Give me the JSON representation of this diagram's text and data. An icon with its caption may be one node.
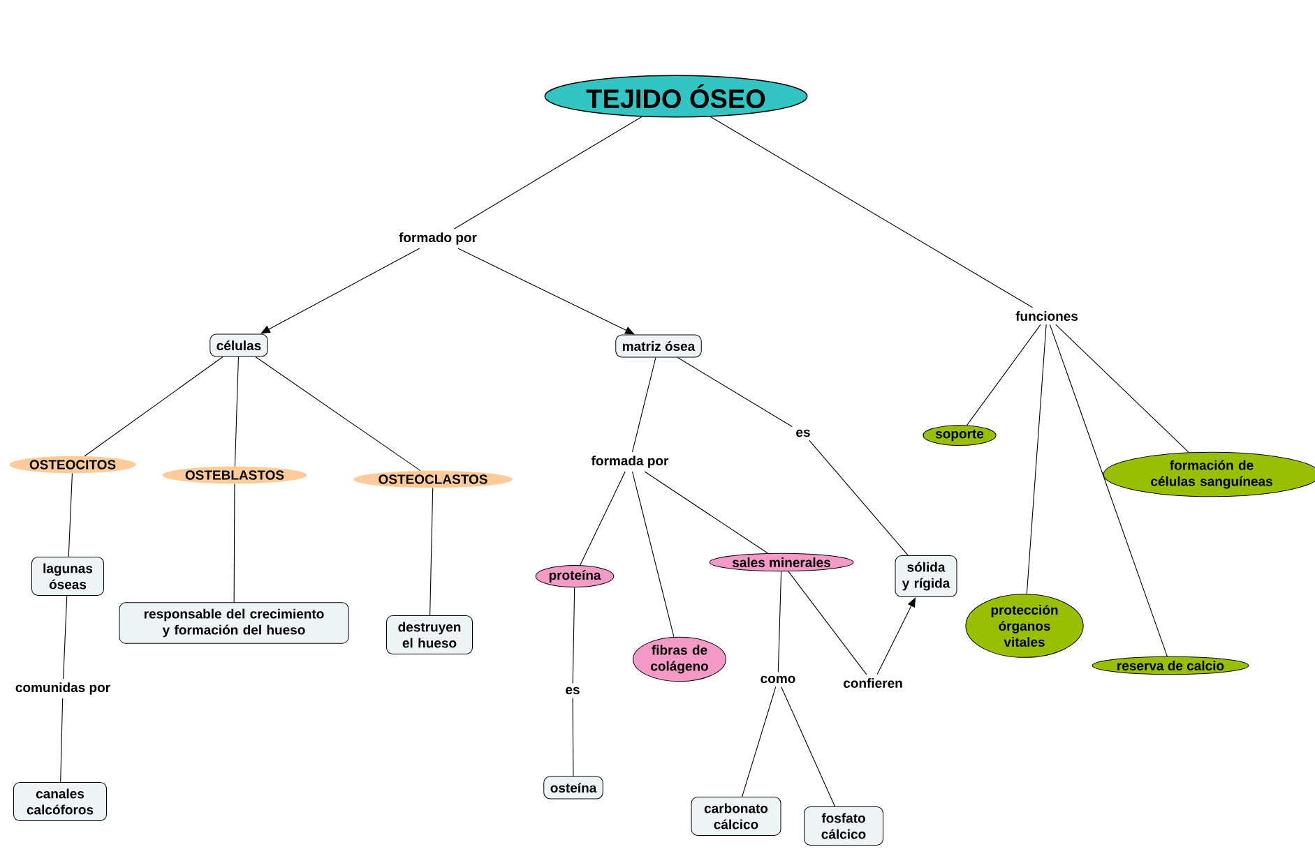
{
  "diagram": {
    "nodes": [
      {
        "text": [
          "TEJIDO ÓSEO"
        ]
      },
      {
        "text": [
          "formado por"
        ]
      },
      {
        "text": [
          "células"
        ]
      },
      {
        "text": [
          "matriz ósea"
        ]
      },
      {
        "text": [
          "funciones"
        ]
      },
      {
        "text": [
          "OSTEOCITOS"
        ]
      },
      {
        "text": [
          "OSTEBLASTOS"
        ]
      },
      {
        "text": [
          "OSTEOCLASTOS"
        ]
      },
      {
        "text": [
          "lagunas óseas"
        ]
      },
      {
        "text": [
          "responsable del crecimiento y formación del hueso"
        ]
      },
      {
        "text": [
          "destruyen el hueso"
        ]
      },
      {
        "text": [
          "comunidas por"
        ]
      },
      {
        "text": [
          "canales calcóforos"
        ]
      },
      {
        "text": [
          "formada por"
        ]
      },
      {
        "text": [
          "es"
        ]
      },
      {
        "text": [
          "proteína"
        ]
      },
      {
        "text": [
          "fibras de colágeno"
        ]
      },
      {
        "text": [
          "sales minerales"
        ]
      },
      {
        "text": [
          "sólida y rígida"
        ]
      },
      {
        "text": [
          "es"
        ]
      },
      {
        "text": [
          "osteína"
        ]
      },
      {
        "text": [
          "como"
        ]
      },
      {
        "text": [
          "confieren"
        ]
      },
      {
        "text": [
          "carbonato cálcico"
        ]
      },
      {
        "text": [
          "fosfato cálcico"
        ]
      },
      {
        "text": [
          "soporte"
        ]
      },
      {
        "text": [
          "formación de células sanguíneas"
        ]
      },
      {
        "text": [
          "protección órganos vitales"
        ]
      },
      {
        "text": [
          "reserva de calcio"
        ]
      }
    ],
    "edges": [
      {
        "from": 0,
        "to": 1,
        "arrow": "none"
      },
      {
        "from": 1,
        "to": 2,
        "arrow": "to"
      },
      {
        "from": 1,
        "to": 3,
        "arrow": "to"
      },
      {
        "from": 0,
        "to": 4,
        "arrow": "none"
      },
      {
        "from": 2,
        "to": 5,
        "arrow": "none"
      },
      {
        "from": 2,
        "to": 6,
        "arrow": "none"
      },
      {
        "from": 2,
        "to": 7,
        "arrow": "none"
      },
      {
        "from": 5,
        "to": 8,
        "arrow": "none"
      },
      {
        "from": 6,
        "to": 9,
        "arrow": "none"
      },
      {
        "from": 7,
        "to": 10,
        "arrow": "none"
      },
      {
        "from": 8,
        "to": 11,
        "arrow": "none"
      },
      {
        "from": 11,
        "to": 12,
        "arrow": "none"
      },
      {
        "from": 3,
        "to": 13,
        "arrow": "none"
      },
      {
        "from": 3,
        "to": 14,
        "arrow": "none"
      },
      {
        "from": 13,
        "to": 15,
        "arrow": "none"
      },
      {
        "from": 13,
        "to": 16,
        "arrow": "none"
      },
      {
        "from": 13,
        "to": 17,
        "arrow": "none"
      },
      {
        "from": 14,
        "to": 18,
        "arrow": "none"
      },
      {
        "from": 15,
        "to": 19,
        "arrow": "none"
      },
      {
        "from": 19,
        "to": 20,
        "arrow": "none"
      },
      {
        "from": 17,
        "to": 21,
        "arrow": "none"
      },
      {
        "from": 17,
        "to": 22,
        "arrow": "none"
      },
      {
        "from": 22,
        "to": 18,
        "arrow": "to"
      },
      {
        "from": 21,
        "to": 23,
        "arrow": "none"
      },
      {
        "from": 21,
        "to": 24,
        "arrow": "none"
      },
      {
        "from": 4,
        "to": 25,
        "arrow": "none"
      },
      {
        "from": 4,
        "to": 26,
        "arrow": "none"
      },
      {
        "from": 4,
        "to": 27,
        "arrow": "none"
      },
      {
        "from": 4,
        "to": 28,
        "arrow": "none"
      }
    ]
  }
}
